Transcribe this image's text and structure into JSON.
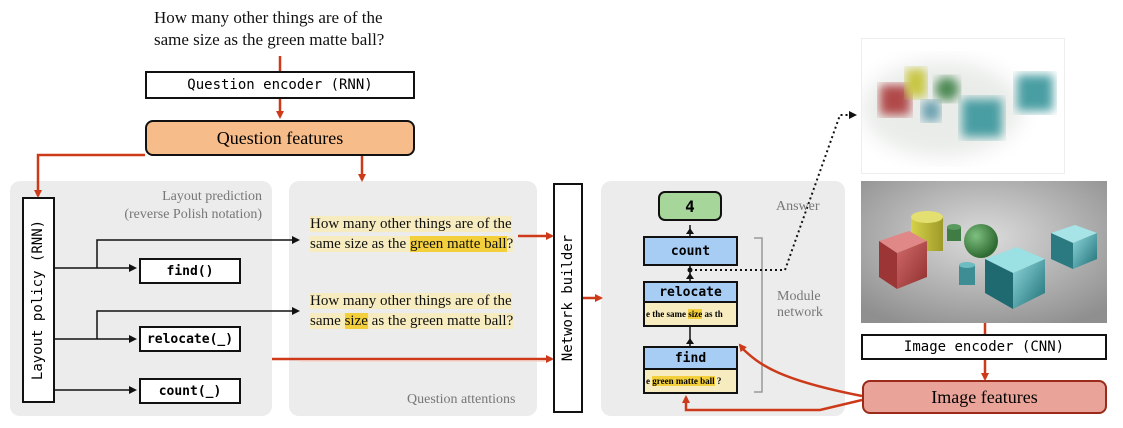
{
  "question": "How many other things are of the same size as the green matte ball?",
  "question_lines": [
    "How many other things are of the",
    "same size as the green matte ball?"
  ],
  "question_encoder": "Question encoder (RNN)",
  "question_features": "Question features",
  "layout_prediction": {
    "title_line1": "Layout prediction",
    "title_line2": "(reverse Polish notation)",
    "policy_label": "Layout policy (RNN)",
    "modules": [
      "find()",
      "relocate(_)",
      "count(_)"
    ]
  },
  "attentions": {
    "label": "Question attentions",
    "att1": {
      "pre1": "How many other things are of the",
      "pre2": "same size as the ",
      "highlight": "green matte ball",
      "post": "?"
    },
    "att2": {
      "line1": "How many other things are of the",
      "pre2": "same ",
      "highlight": "size",
      "post": " as the green matte ball?"
    }
  },
  "network_builder": "Network builder",
  "module_network": {
    "answer_value": "4",
    "answer_label": "Answer",
    "count_label": "count",
    "relocate_label": "relocate",
    "relocate_att": {
      "pre": "e the same ",
      "highlight": "size",
      "post": " as th"
    },
    "find_label": "find",
    "find_att": {
      "pre": "e ",
      "highlight": "green matte ball",
      "post": " ?"
    },
    "label_line1": "Module",
    "label_line2": "network"
  },
  "image_encoder": "Image encoder (CNN)",
  "image_features": "Image features",
  "colors": {
    "arrow_red": "#cc3a1a",
    "question_features_fill": "#f6bd8a",
    "image_features_fill": "#eaa398",
    "answer_fill": "#a7d69a",
    "module_fill": "#a8cdf5",
    "highlight_light": "#f7ecbf",
    "highlight_strong": "#f3cf3c",
    "panel_gray": "#ececec"
  }
}
